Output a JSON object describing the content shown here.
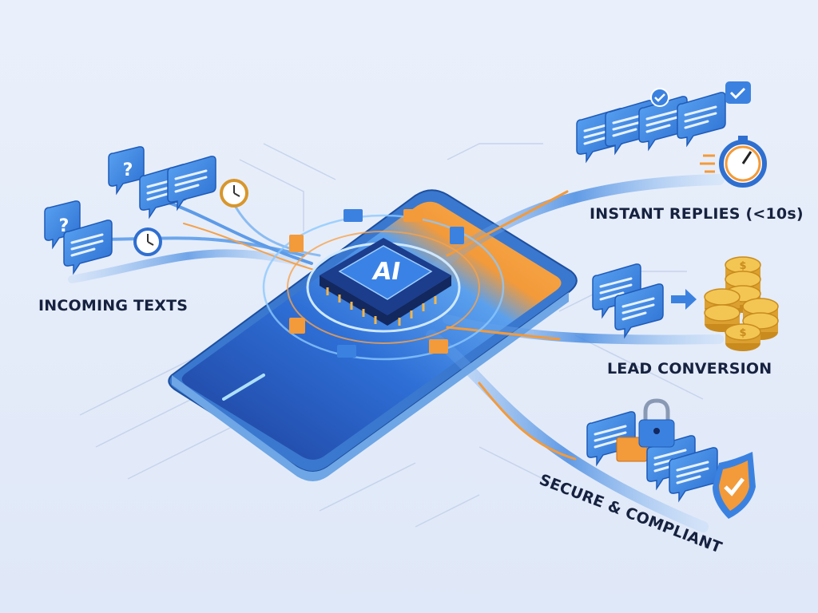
{
  "labels": {
    "incoming": "INCOMING TEXTS",
    "instant": "INSTANT REPLIES (<10s)",
    "lead": "LEAD CONVERSION",
    "secure": "SECURE & COMPLIANT"
  },
  "chip": {
    "label": "AI"
  },
  "incoming_bubbles": {
    "question_mark": "?"
  },
  "coins": {
    "symbol": "$"
  },
  "colors": {
    "background": "#e7eefb",
    "bubble_blue": "#3b82e0",
    "accent_orange": "#f5922f",
    "text_dark": "#16223f",
    "coin_gold": "#e8b23a"
  }
}
